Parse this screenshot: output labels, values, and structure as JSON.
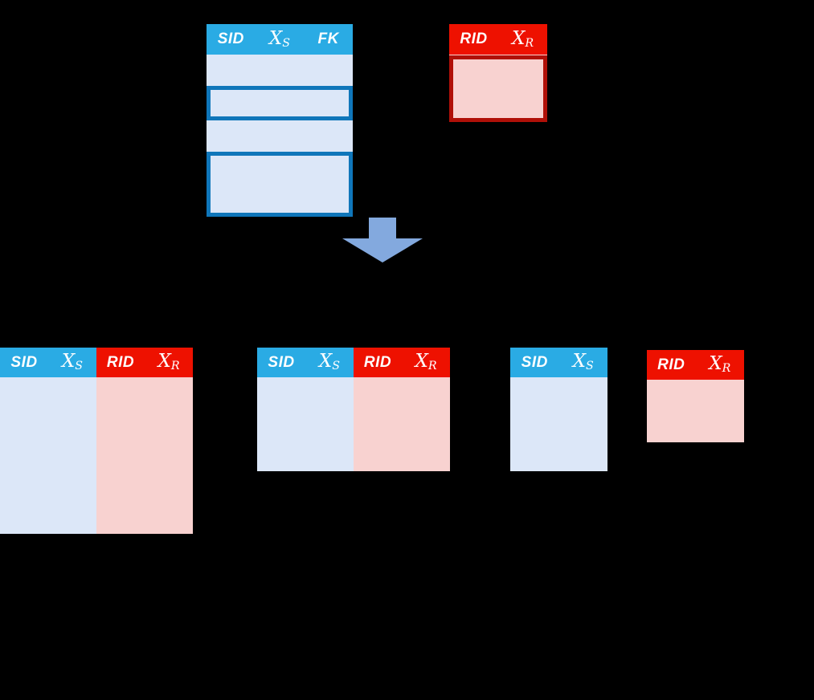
{
  "diagram": {
    "title": "Foreign-key join decomposition diagram",
    "colors": {
      "header_blue": "#2aabe4",
      "header_red": "#ee1100",
      "cell_blue": "#dce7f8",
      "cell_red": "#f8d2d0",
      "outline_blue": "#0f76ba",
      "outline_red": "#b01008",
      "arrow_blue": "#83a9de",
      "background": "#000000",
      "grid_white": "#ffffff"
    },
    "arrow": {
      "name": "down-arrow",
      "direction": "down",
      "color": "#83a9de"
    }
  },
  "tables": {
    "source_s": {
      "name": "table-s-source",
      "headers": [
        {
          "text": "SID",
          "style": "plain",
          "palette": "blue"
        },
        {
          "text": "X",
          "sub": "S",
          "style": "math",
          "palette": "blue"
        },
        {
          "text": "FK",
          "style": "plain",
          "palette": "blue"
        }
      ],
      "row_count": 5,
      "cell_palette": [
        "blue",
        "blue",
        "blue"
      ],
      "highlights": [
        {
          "name": "highlight-row-2",
          "rows": [
            2,
            2
          ]
        },
        {
          "name": "highlight-rows-4-5",
          "rows": [
            4,
            5
          ]
        }
      ]
    },
    "source_r": {
      "name": "table-r-source",
      "headers": [
        {
          "text": "RID",
          "style": "plain",
          "palette": "red"
        },
        {
          "text": "X",
          "sub": "R",
          "style": "math",
          "palette": "red"
        }
      ],
      "row_count": 2,
      "cell_palette": [
        "red",
        "red"
      ],
      "highlights": [
        {
          "name": "highlight-rows-1-2",
          "rows": [
            1,
            2
          ]
        }
      ]
    },
    "result_join_full": {
      "name": "table-join-full",
      "headers": [
        {
          "text": "SID",
          "style": "plain",
          "palette": "blue"
        },
        {
          "text": "X",
          "sub": "S",
          "style": "math",
          "palette": "blue"
        },
        {
          "text": "RID",
          "style": "plain",
          "palette": "red"
        },
        {
          "text": "X",
          "sub": "R",
          "style": "math",
          "palette": "red"
        }
      ],
      "row_count": 5,
      "cell_palette": [
        "blue",
        "blue",
        "red",
        "red"
      ],
      "highlights": []
    },
    "result_join_partial": {
      "name": "table-join-partial",
      "headers": [
        {
          "text": "SID",
          "style": "plain",
          "palette": "blue"
        },
        {
          "text": "X",
          "sub": "S",
          "style": "math",
          "palette": "blue"
        },
        {
          "text": "RID",
          "style": "plain",
          "palette": "red"
        },
        {
          "text": "X",
          "sub": "R",
          "style": "math",
          "palette": "red"
        }
      ],
      "row_count": 3,
      "cell_palette": [
        "blue",
        "blue",
        "red",
        "red"
      ],
      "highlights": []
    },
    "result_s_only": {
      "name": "table-s-projection",
      "headers": [
        {
          "text": "SID",
          "style": "plain",
          "palette": "blue"
        },
        {
          "text": "X",
          "sub": "S",
          "style": "math",
          "palette": "blue"
        }
      ],
      "row_count": 3,
      "cell_palette": [
        "blue",
        "blue"
      ],
      "highlights": []
    },
    "result_r_only": {
      "name": "table-r-projection",
      "headers": [
        {
          "text": "RID",
          "style": "plain",
          "palette": "red"
        },
        {
          "text": "X",
          "sub": "R",
          "style": "math",
          "palette": "red"
        }
      ],
      "row_count": 2,
      "cell_palette": [
        "red",
        "red"
      ],
      "highlights": []
    }
  }
}
